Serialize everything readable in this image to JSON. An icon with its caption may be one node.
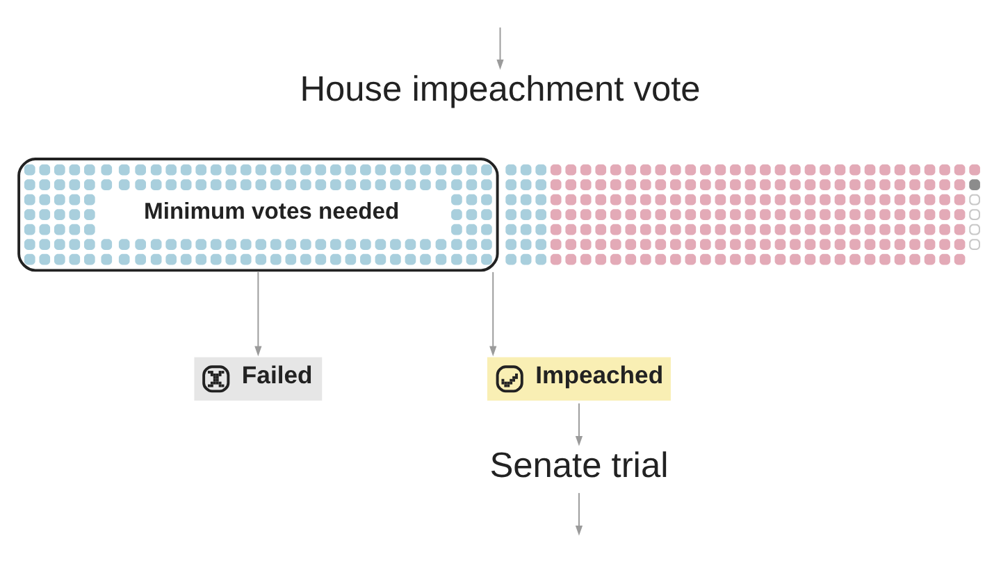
{
  "diagram": {
    "nodes": [
      {
        "text": [
          "House impeachment vote"
        ]
      },
      {
        "text": [
          "Minimum votes needed"
        ]
      },
      {
        "text": [
          "Failed"
        ]
      },
      {
        "text": [
          "Impeached"
        ]
      },
      {
        "text": [
          "Senate trial"
        ]
      }
    ],
    "edges": [
      {
        "from": null,
        "to": 0,
        "arrow": "to"
      },
      {
        "from": 1,
        "to": 2,
        "arrow": "to"
      },
      {
        "from": 1,
        "to": 3,
        "arrow": "to"
      },
      {
        "from": 3,
        "to": 4,
        "arrow": "to"
      },
      {
        "from": 4,
        "to": null,
        "arrow": "to"
      }
    ]
  }
}
